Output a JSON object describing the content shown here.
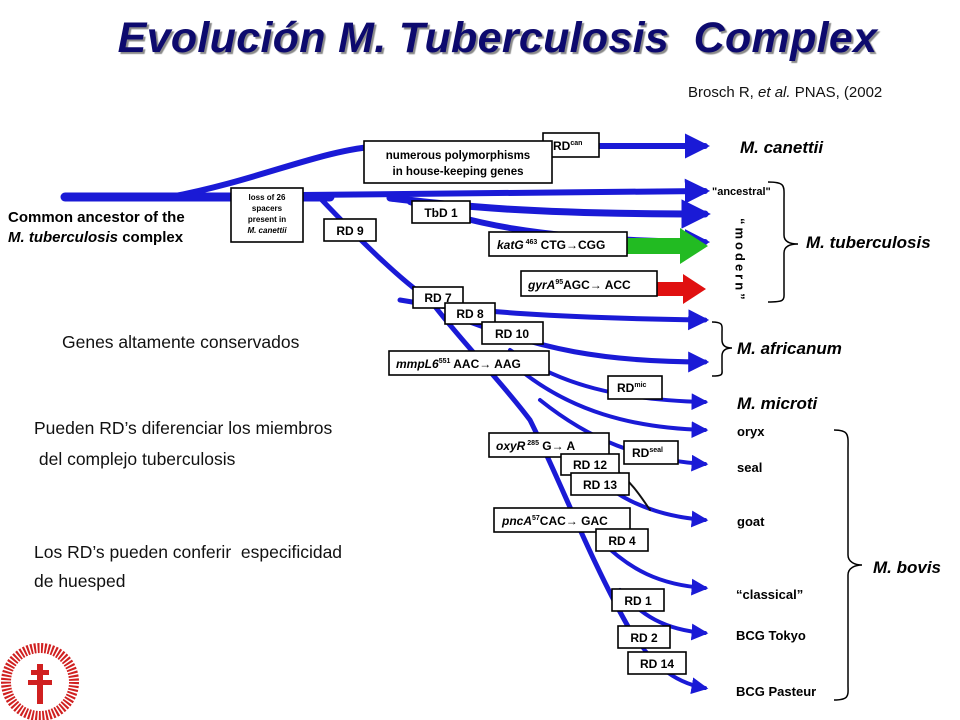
{
  "title": "Evolución M. Tuberculosis  Complex",
  "citation": {
    "authors": "Brosch R, ",
    "etal": "et al.",
    "journal": " PNAS, (2002"
  },
  "notes": {
    "conserved": "Genes altamente conservados",
    "rd_diff_1": "Pueden RD’s diferenciar los miembros",
    "rd_diff_2": " del complejo tuberculosis",
    "host_1": "Los RD’s pueden conferir  especificidad",
    "host_2": "de huesped"
  },
  "diagram": {
    "ancestor_line1": "Common ancestor of the",
    "ancestor_line2_italic": "M. tuberculosis",
    "ancestor_line2_rest": " complex",
    "boxes": {
      "rdcan": "RD",
      "rdcan_sup": "can",
      "polymorph_1": "numerous polymorphisms",
      "polymorph_2": "in house-keeping genes",
      "spacers_1": "loss of 26",
      "spacers_2": "spacers",
      "spacers_3": "present in",
      "spacers_4": "M. canettii",
      "tbd1": "TbD 1",
      "rd9": "RD 9",
      "katg_gene": "katG",
      "katg_sup": " 463",
      "katg_change": " CTG→CGG",
      "gyra_gene": "gyrA",
      "gyra_sup": "95",
      "gyra_change": "AGC→ ACC",
      "rd7": "RD 7",
      "rd8": "RD 8",
      "rd10": "RD 10",
      "mmpl6_gene": "mmpL6",
      "mmpl6_sup": "551",
      "mmpl6_change": " AAC→ AAG",
      "rdmic": "RD",
      "rdmic_sup": "mic",
      "oxyr_gene": "oxyR",
      "oxyr_sup": " 285",
      "oxyr_change": " G→ A",
      "rdseal": "RD",
      "rdseal_sup": "seal",
      "rd12": "RD 12",
      "rd13": "RD 13",
      "pnca_gene": "pncA",
      "pnca_sup": "57",
      "pnca_change": "CAC→ GAC",
      "rd4": "RD 4",
      "rd1": "RD 1",
      "rd2": "RD 2",
      "rd14": "RD 14"
    },
    "tips": {
      "canettii": "M. canettii",
      "ancestral": "\"ancestral\"",
      "modern": "“modern”",
      "tuberculosis": "M. tuberculosis",
      "africanum": "M. africanum",
      "microti": "M. microti",
      "oryx": "oryx",
      "seal": "seal",
      "goat": "goat",
      "classical": "“classical”",
      "bcg_tokyo": "BCG Tokyo",
      "bcg_pasteur": "BCG Pasteur",
      "bovis": "M. bovis"
    },
    "colors": {
      "branch": "#1a1ad6",
      "green_arrow": "#22bb22",
      "red_arrow": "#e01010"
    }
  },
  "logo": {
    "icon": "double-barred-cross-icon",
    "ring_color": "#d02020"
  }
}
